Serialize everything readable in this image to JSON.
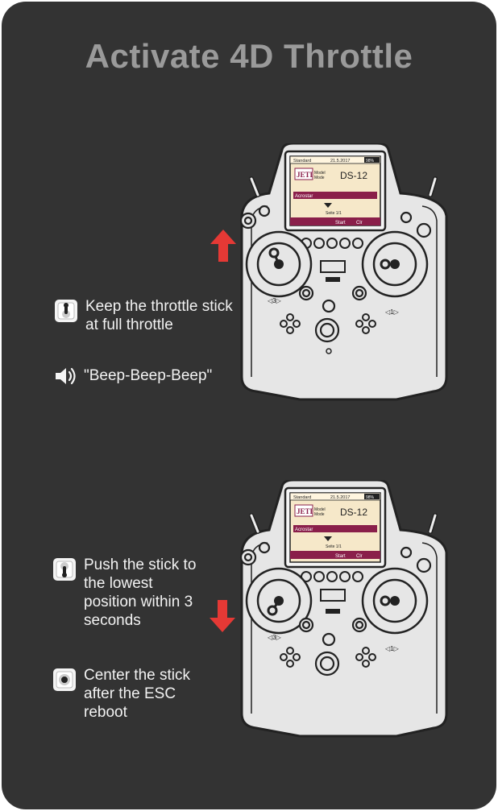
{
  "title": "Activate 4D Throttle",
  "steps": [
    {
      "icon": "throttle-stick-up-icon",
      "text": "Keep the throttle stick at full throttle"
    },
    {
      "icon": "speaker-icon",
      "text": "\"Beep-Beep-Beep\""
    },
    {
      "icon": "throttle-stick-down-icon",
      "text": "Push the stick to the lowest position within 3 seconds"
    },
    {
      "icon": "stick-center-icon",
      "text": "Center the stick after the ESC reboot"
    }
  ],
  "transmitter": {
    "screen_top_left": "Standard",
    "screen_top_mid": "21.5.2017",
    "screen_top_right": "98%",
    "brand": "JETI",
    "mode_text": "Model Mode",
    "model_name": "DS-12",
    "model_label": "Acrostar",
    "timer": "1/1",
    "timer_prefix": "Seite",
    "soft_key_1": "Start",
    "soft_key_2": "Clr",
    "left_stick_label": "◁3▷",
    "right_stick_label": "◁1▷",
    "screen_accent": "#8a1f4a"
  },
  "colors": {
    "background": "#333333",
    "arrow": "#e53935"
  }
}
